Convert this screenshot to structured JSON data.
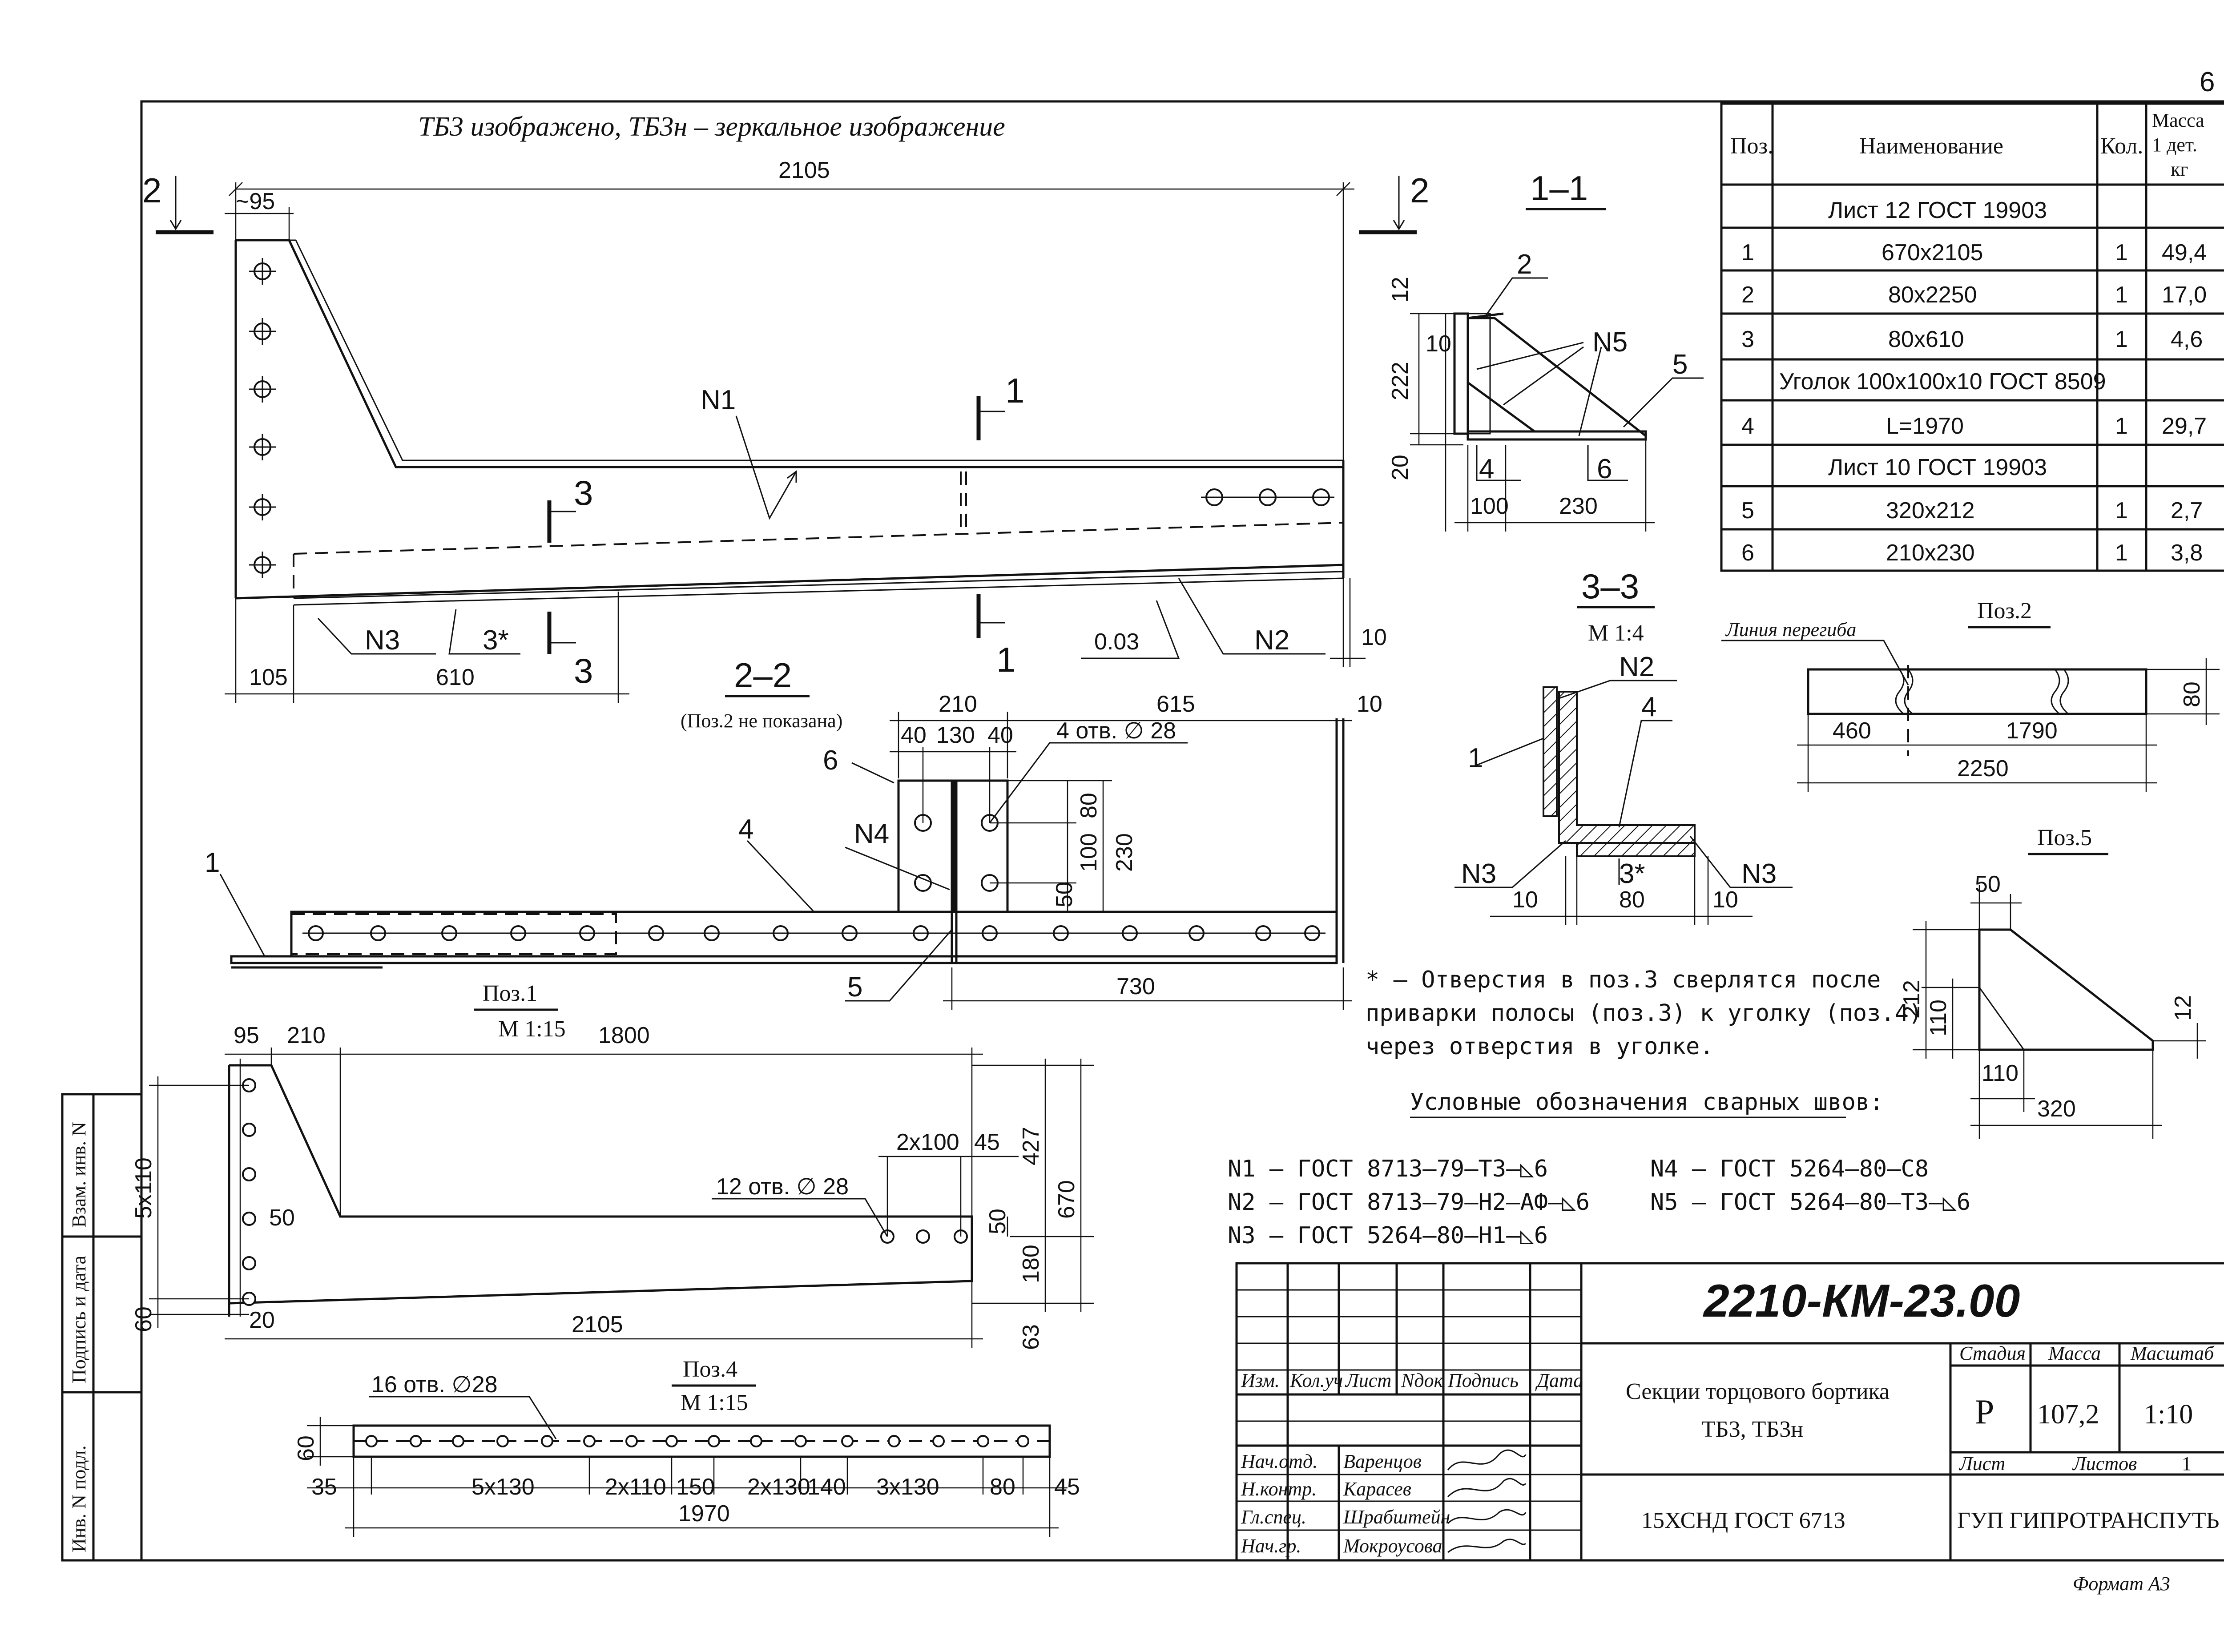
{
  "header": {
    "sheet_number": "6",
    "caption": "ТБ3 изображено, ТБ3н – зеркальное изображение"
  },
  "main_view": {
    "overall_len": "2105",
    "dim_95": "~95",
    "dim_105": "105",
    "dim_610": "610",
    "dim_10": "10",
    "cut_2": "2",
    "cut_3": "3",
    "cut_1": "1",
    "label_n1": "N1",
    "label_n2": "N2",
    "label_n3": "N3",
    "label_3star": "3*",
    "slope": "0.03"
  },
  "section_1_1": {
    "title": "1–1",
    "dims": [
      "12",
      "222",
      "20",
      "10",
      "100",
      "230"
    ],
    "labels": [
      "2",
      "N5",
      "5",
      "4",
      "6"
    ]
  },
  "section_2_2": {
    "title": "2–2",
    "note": "(Поз.2 не показана)",
    "dims": [
      "210",
      "615",
      "10",
      "40",
      "130",
      "40",
      "80",
      "100",
      "50",
      "230",
      "730"
    ],
    "holes_label": "4 отв. ∅ 28",
    "labels": [
      "6",
      "N4",
      "4",
      "1",
      "5"
    ]
  },
  "section_3_3": {
    "title": "3–3",
    "scale": "М 1:4",
    "labels": [
      "N2",
      "4",
      "1",
      "N3",
      "3*",
      "N3"
    ],
    "dims": [
      "10",
      "80",
      "10"
    ]
  },
  "pos2": {
    "title": "Поз.2",
    "bend_line": "Линия перегиба",
    "dims": [
      "460",
      "1790",
      "2250",
      "80"
    ]
  },
  "pos5": {
    "title": "Поз.5",
    "dims": [
      "50",
      "212",
      "110",
      "110",
      "320",
      "12"
    ]
  },
  "pos1": {
    "title": "Поз.1",
    "scale": "М 1:15",
    "dims": [
      "95",
      "210",
      "1800",
      "5x110",
      "50",
      "60",
      "20",
      "2105",
      "2x100",
      "45",
      "427",
      "50",
      "670",
      "180",
      "63"
    ],
    "holes_label": "12 отв. ∅ 28"
  },
  "pos4": {
    "title": "Поз.4",
    "scale": "М 1:15",
    "holes_label": "16 отв. ∅28",
    "dims": [
      "60",
      "35",
      "5x130",
      "2x110",
      "150",
      "2x130",
      "140",
      "3x130",
      "80",
      "45",
      "1970"
    ]
  },
  "notes": {
    "hole_note": [
      "* – Отверстия в поз.3 сверлятся после",
      "приварки полосы (поз.3) к уголку (поз.4)",
      "через отверстия в уголке."
    ],
    "weld_title": "Условные обозначения сварных швов:",
    "welds_left": [
      "N1 – ГОСТ 8713–79–Т3–◺6",
      "N2 – ГОСТ 8713–79–Н2–АФ–◺6",
      "N3 – ГОСТ 5264–80–Н1–◺6"
    ],
    "welds_right": [
      "N4 – ГОСТ 5264–80–С8",
      "N5 – ГОСТ 5264–80–Т3–◺6"
    ]
  },
  "spec_table": {
    "headers": [
      "Поз.",
      "Наименование",
      "Кол.",
      "Масса 1 дет. кг"
    ],
    "rows": [
      {
        "pos": "",
        "name": "Лист 12 ГОСТ 19903",
        "qty": "",
        "mass": ""
      },
      {
        "pos": "1",
        "name": "670x2105",
        "qty": "1",
        "mass": "49,4"
      },
      {
        "pos": "2",
        "name": "80x2250",
        "qty": "1",
        "mass": "17,0"
      },
      {
        "pos": "3",
        "name": "80x610",
        "qty": "1",
        "mass": "4,6"
      },
      {
        "pos": "",
        "name": "Уголок 100x100x10 ГОСТ 8509",
        "qty": "",
        "mass": ""
      },
      {
        "pos": "4",
        "name": "L=1970",
        "qty": "1",
        "mass": "29,7"
      },
      {
        "pos": "",
        "name": "Лист 10 ГОСТ 19903",
        "qty": "",
        "mass": ""
      },
      {
        "pos": "5",
        "name": "320x212",
        "qty": "1",
        "mass": "2,7"
      },
      {
        "pos": "6",
        "name": "210x230",
        "qty": "1",
        "mass": "3,8"
      }
    ]
  },
  "title_block": {
    "code": "2210-КМ-23.00",
    "col_headers": [
      "Изм.",
      "Кол.уч",
      "Лист",
      "Nдок",
      "Подпись",
      "Дата"
    ],
    "roles": [
      {
        "role": "Нач.отд.",
        "name": "Варенцов"
      },
      {
        "role": "Н.контр.",
        "name": "Карасев"
      },
      {
        "role": "Гл.спец.",
        "name": "Шрабштейн"
      },
      {
        "role": "Нач.гр.",
        "name": "Мокроусова"
      }
    ],
    "title_line1": "Секции торцового бортика",
    "title_line2": "ТБ3, ТБ3н",
    "material": "15ХСНД ГОСТ 6713",
    "stage_label": "Стадия",
    "mass_label": "Масса",
    "scale_label": "Масштаб",
    "stage": "Р",
    "mass": "107,2",
    "scale": "1:10",
    "sheet_label": "Лист",
    "sheets_label": "Листов",
    "sheets": "1",
    "org": "ГУП ГИПРОТРАНСПУТЬ",
    "format": "Формат А3"
  },
  "side_stamp": [
    "Взам. инв. N",
    "Подпись и дата",
    "Инв. N подл."
  ]
}
